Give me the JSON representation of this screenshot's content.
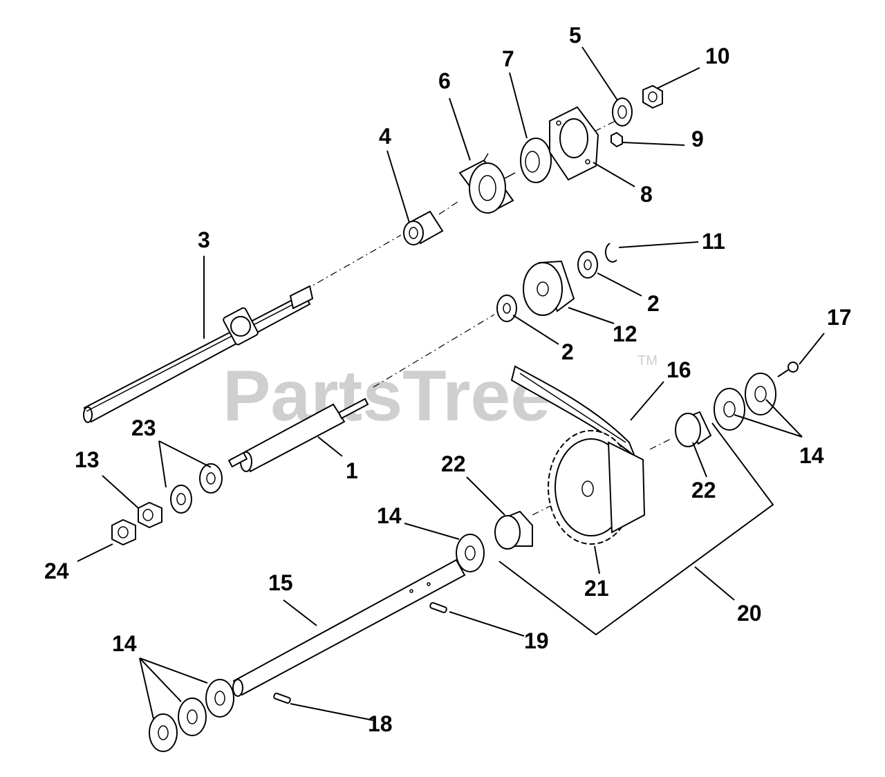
{
  "watermark": {
    "text": "PartsTree",
    "tm": "TM"
  },
  "callouts": {
    "c1": "1",
    "c2a": "2",
    "c2b": "2",
    "c3": "3",
    "c4": "4",
    "c5": "5",
    "c6": "6",
    "c7": "7",
    "c8": "8",
    "c9": "9",
    "c10": "10",
    "c11": "11",
    "c12": "12",
    "c13": "13",
    "c14a": "14",
    "c14b": "14",
    "c14c": "14",
    "c15": "15",
    "c16": "16",
    "c17": "17",
    "c18": "18",
    "c19": "19",
    "c20": "20",
    "c21": "21",
    "c22a": "22",
    "c22b": "22",
    "c23": "23",
    "c24": "24"
  }
}
